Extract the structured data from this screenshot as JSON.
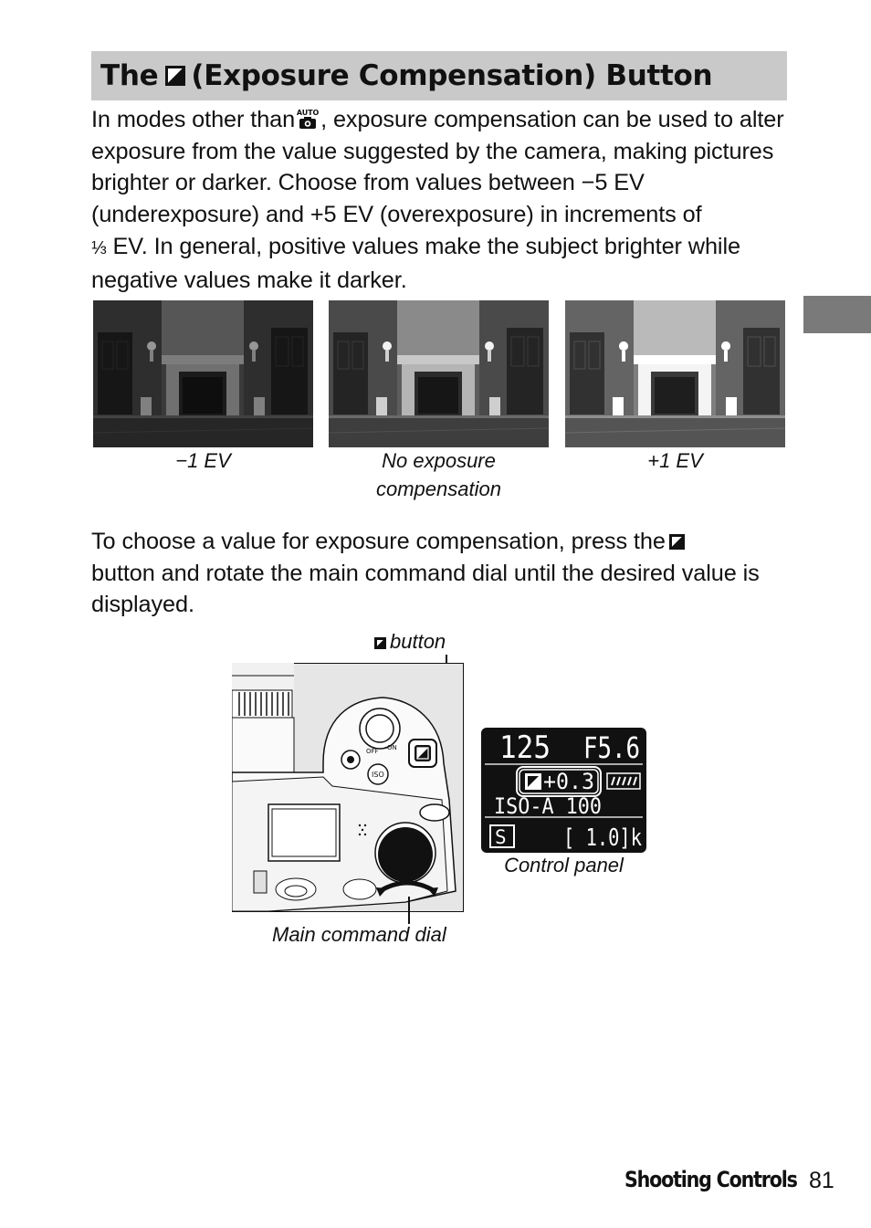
{
  "heading": {
    "prefix": "The",
    "suffix": "(Exposure Compensation) Button"
  },
  "intro": {
    "part1": "In modes other than",
    "part2": ", exposure compensation can be used to alter exposure from the value suggested by the camera, making pictures brighter or darker. Choose from values between −5 EV (underexposure) and +5 EV (overexposure) in increments of",
    "fraction": "⅓",
    "part3": "EV. In general, positive values make the subject brighter while negative values make it darker."
  },
  "examples": [
    {
      "caption": "−1 EV"
    },
    {
      "caption": "No exposure compensation"
    },
    {
      "caption": "+1 EV"
    }
  ],
  "instruction": {
    "part1": "To choose a value for exposure compensation, press the",
    "part2": "button and rotate the main command dial until the desired value is displayed."
  },
  "diagram": {
    "button_label": "button",
    "dial_label": "Main command dial",
    "panel_label": "Control panel",
    "camera_labels": {
      "off": "OFF",
      "on": "ON",
      "iso": "ISO"
    }
  },
  "control_panel": {
    "shutter": "125",
    "aperture": "F5.6",
    "exposure_comp": "+0.3",
    "iso": "ISO-A 100",
    "mode": "S",
    "shots": "[  1.0]k"
  },
  "footer": {
    "section": "Shooting Controls",
    "page": "81"
  }
}
